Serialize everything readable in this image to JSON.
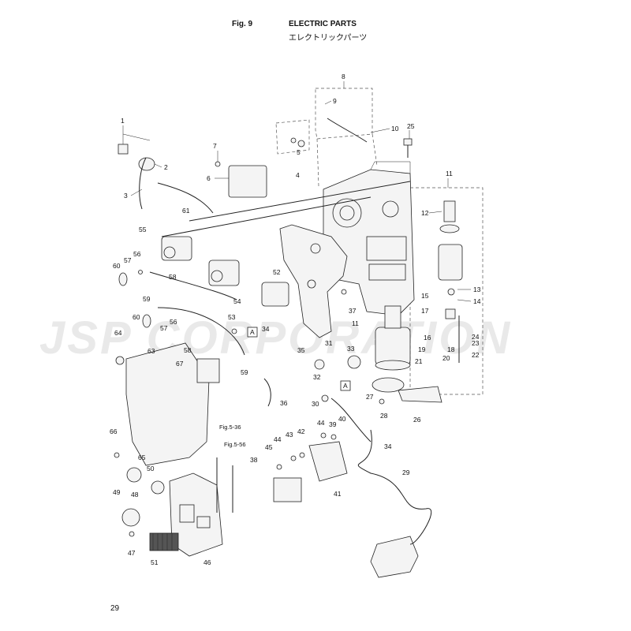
{
  "header": {
    "fig_label": "Fig. 9",
    "title": "ELECTRIC PARTS",
    "subtitle_jp": "エレクトリックパーツ"
  },
  "page_number": "29",
  "watermark": "JSP CORPORATION",
  "box_marker": "A",
  "references": [
    "Fig.5-36",
    "Fig.5-56"
  ],
  "callouts": [
    "1",
    "2",
    "3",
    "4",
    "5",
    "6",
    "7",
    "8",
    "9",
    "10",
    "11",
    "12",
    "13",
    "14",
    "15",
    "16",
    "17",
    "18",
    "19",
    "20",
    "21",
    "22",
    "23",
    "24",
    "25",
    "26",
    "27",
    "28",
    "29",
    "30",
    "31",
    "32",
    "33",
    "34",
    "35",
    "36",
    "37",
    "38",
    "39",
    "40",
    "41",
    "42",
    "43",
    "44",
    "45",
    "46",
    "47",
    "48",
    "49",
    "50",
    "51",
    "52",
    "53",
    "54",
    "55",
    "56",
    "57",
    "58",
    "59",
    "60",
    "61",
    "63",
    "64",
    "65",
    "66",
    "67"
  ]
}
